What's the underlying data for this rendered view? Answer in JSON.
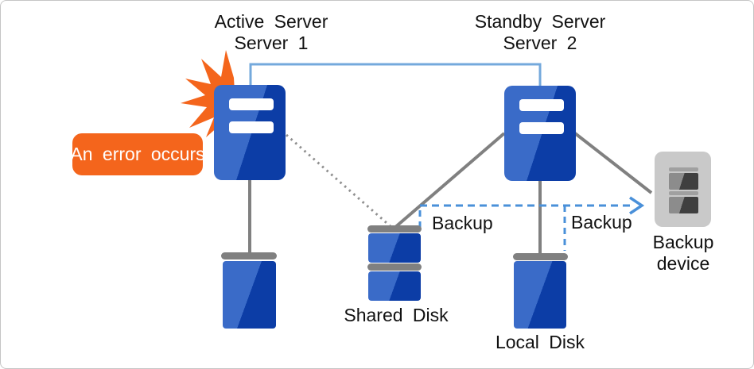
{
  "diagram": {
    "title_active": {
      "line1": "Active Server",
      "line2": "Server 1"
    },
    "title_standby": {
      "line1": "Standby Server",
      "line2": "Server 2"
    },
    "error_callout": "An error occurs",
    "shared_disk_label": "Shared Disk",
    "local_disk_label": "Local Disk",
    "backup_device_label": {
      "line1": "Backup",
      "line2": "device"
    },
    "backup_flow_label_shared": "Backup",
    "backup_flow_label_local": "Backup"
  },
  "colors": {
    "accent_orange": "#f4651c",
    "server_blue_light": "#3a6bc8",
    "server_blue_dark": "#0c3da6",
    "heartbeat_blue": "#74a9dc",
    "backup_dash_blue": "#4a90d9",
    "connector_gray": "#808080",
    "dotted_gray": "#8f8f8f",
    "device_body_gray": "#c9c9c9",
    "device_slot_dark": "#3f3f3f",
    "text_color": "#111111"
  }
}
